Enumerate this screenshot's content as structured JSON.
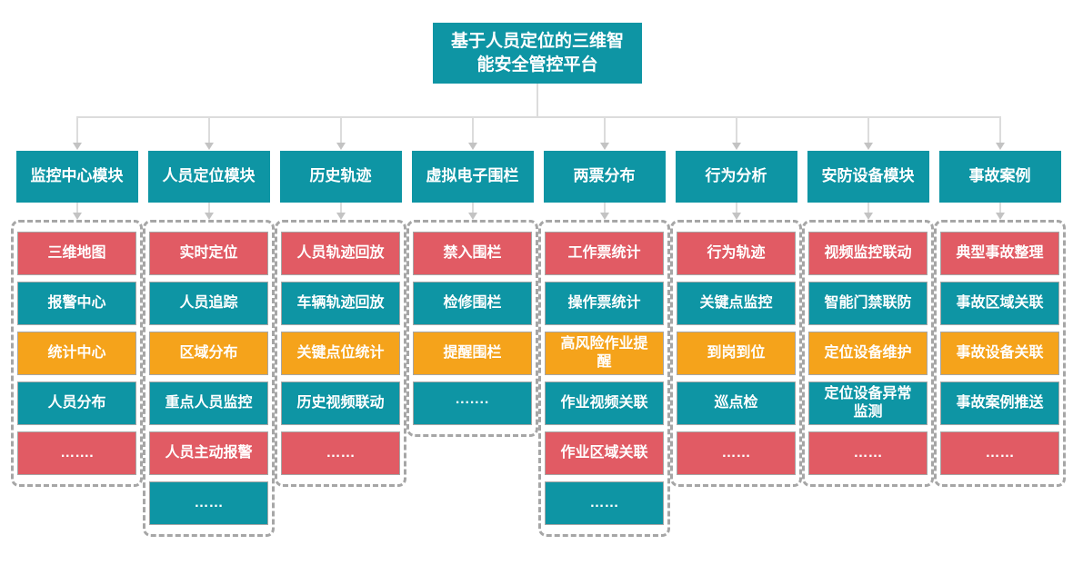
{
  "root": {
    "title": "基于人员定位的三维智能安全管控平台"
  },
  "colors": {
    "teal": "#0e95a4",
    "red": "#e15b64",
    "orange": "#f5a31b",
    "connector_line": "#dcdcdc",
    "connector_arrow": "#c3c3c3",
    "dashed_border": "#a6a6a6",
    "text": "#ffffff",
    "background": "#ffffff"
  },
  "columns": [
    {
      "header": "监控中心模块",
      "items": [
        {
          "label": "三维地图",
          "color": "red"
        },
        {
          "label": "报警中心",
          "color": "teal"
        },
        {
          "label": "统计中心",
          "color": "orange"
        },
        {
          "label": "人员分布",
          "color": "teal"
        },
        {
          "label": "…….",
          "color": "red"
        }
      ]
    },
    {
      "header": "人员定位模块",
      "items": [
        {
          "label": "实时定位",
          "color": "red"
        },
        {
          "label": "人员追踪",
          "color": "teal"
        },
        {
          "label": "区域分布",
          "color": "orange"
        },
        {
          "label": "重点人员监控",
          "color": "teal"
        },
        {
          "label": "人员主动报警",
          "color": "red"
        },
        {
          "label": "……",
          "color": "teal"
        }
      ]
    },
    {
      "header": "历史轨迹",
      "items": [
        {
          "label": "人员轨迹回放",
          "color": "red"
        },
        {
          "label": "车辆轨迹回放",
          "color": "teal"
        },
        {
          "label": "关键点位统计",
          "color": "orange"
        },
        {
          "label": "历史视频联动",
          "color": "teal"
        },
        {
          "label": "……",
          "color": "red"
        }
      ]
    },
    {
      "header": "虚拟电子围栏",
      "items": [
        {
          "label": "禁入围栏",
          "color": "red"
        },
        {
          "label": "检修围栏",
          "color": "teal"
        },
        {
          "label": "提醒围栏",
          "color": "orange"
        },
        {
          "label": "·······",
          "color": "teal"
        }
      ]
    },
    {
      "header": "两票分布",
      "items": [
        {
          "label": "工作票统计",
          "color": "red"
        },
        {
          "label": "操作票统计",
          "color": "teal"
        },
        {
          "label": "高风险作业提醒",
          "color": "orange"
        },
        {
          "label": "作业视频关联",
          "color": "teal"
        },
        {
          "label": "作业区域关联",
          "color": "red"
        },
        {
          "label": "……",
          "color": "teal"
        }
      ]
    },
    {
      "header": "行为分析",
      "items": [
        {
          "label": "行为轨迹",
          "color": "red"
        },
        {
          "label": "关键点监控",
          "color": "teal"
        },
        {
          "label": "到岗到位",
          "color": "orange"
        },
        {
          "label": "巡点检",
          "color": "teal"
        },
        {
          "label": "……",
          "color": "red"
        }
      ]
    },
    {
      "header": "安防设备模块",
      "items": [
        {
          "label": "视频监控联动",
          "color": "red"
        },
        {
          "label": "智能门禁联防",
          "color": "teal"
        },
        {
          "label": "定位设备维护",
          "color": "orange"
        },
        {
          "label": "定位设备异常监测",
          "color": "teal"
        },
        {
          "label": "……",
          "color": "red"
        }
      ]
    },
    {
      "header": "事故案例",
      "items": [
        {
          "label": "典型事故整理",
          "color": "red"
        },
        {
          "label": "事故区域关联",
          "color": "teal"
        },
        {
          "label": "事故设备关联",
          "color": "orange"
        },
        {
          "label": "事故案例推送",
          "color": "teal"
        },
        {
          "label": "……",
          "color": "red"
        }
      ]
    }
  ]
}
